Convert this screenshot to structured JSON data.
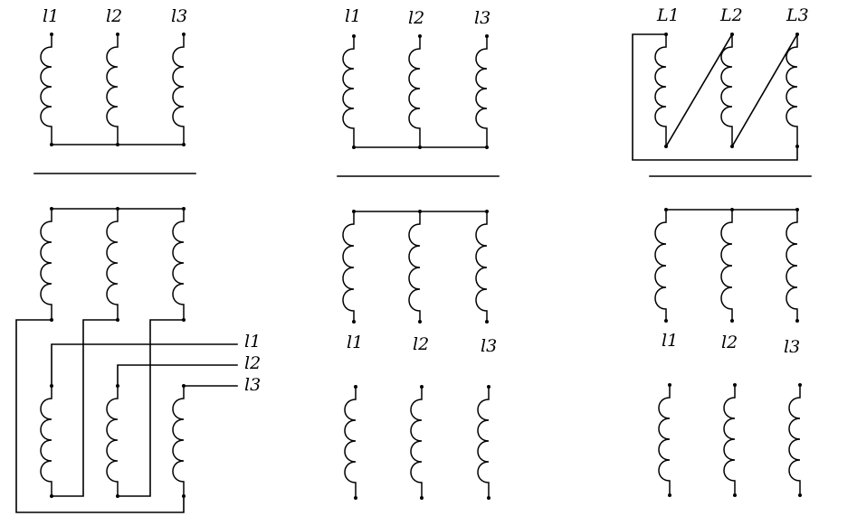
{
  "labels": {
    "l1": "l1",
    "l2": "l2",
    "l3": "l3",
    "L1": "L1",
    "L2": "L2",
    "L3": "L3"
  }
}
